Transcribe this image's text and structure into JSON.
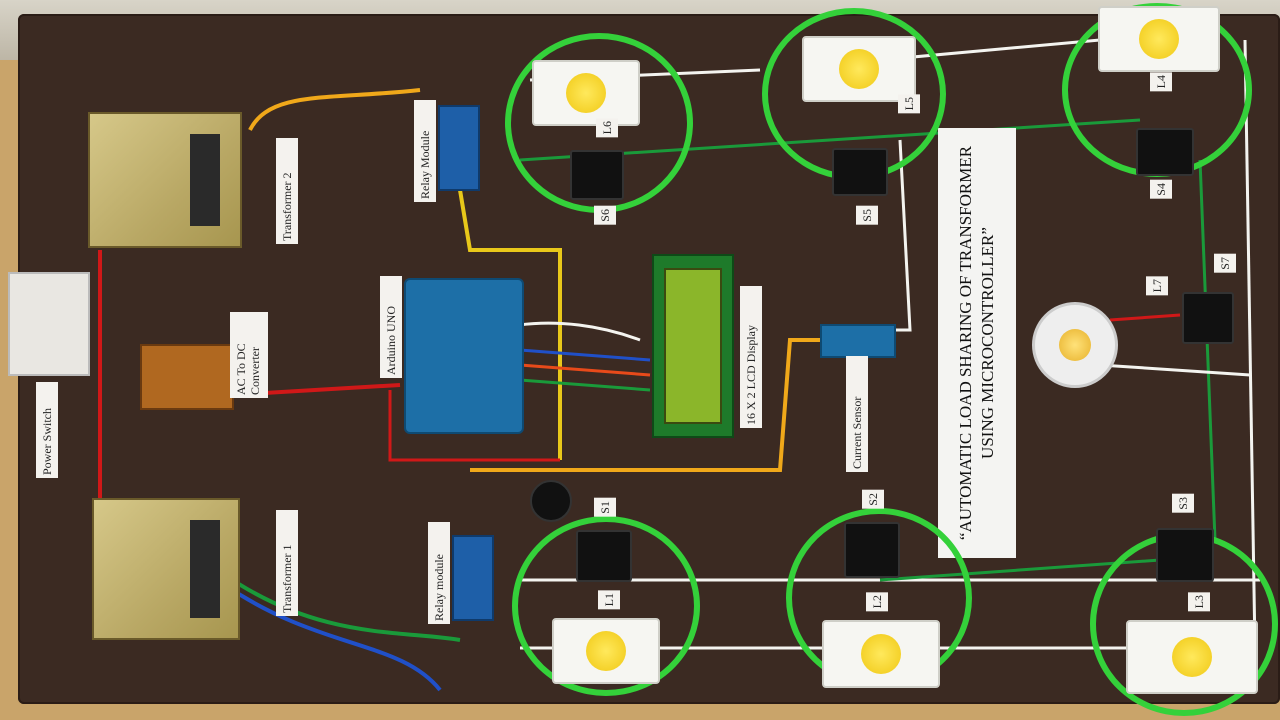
{
  "labels": {
    "transformer1": "Transformer 1",
    "transformer2": "Transformer 2",
    "power_switch": "Power Switch",
    "ac_dc": "AC To DC Converter",
    "arduino": "Arduino UNO",
    "relay_top": "Relay Module",
    "relay_bottom": "Relay module",
    "lcd": "16 X 2 LCD Display",
    "current_sensor": "Current Sensor",
    "title": "“AUTOMATIC LOAD SHARING OF TRANSFORMER USING MICROCONTROLLER”",
    "L1": "L1",
    "L2": "L2",
    "L3": "L3",
    "L4": "L4",
    "L5": "L5",
    "L6": "L6",
    "L7": "L7",
    "S1": "S1",
    "S2": "S2",
    "S3": "S3",
    "S4": "S4",
    "S5": "S5",
    "S6": "S6",
    "S7": "S7"
  },
  "colors": {
    "board": "#3b2a22",
    "highlight_ring": "#34d13a",
    "transformer": "#c9b873",
    "relay": "#1e5fa8",
    "lcd_screen": "#8bb62a"
  }
}
